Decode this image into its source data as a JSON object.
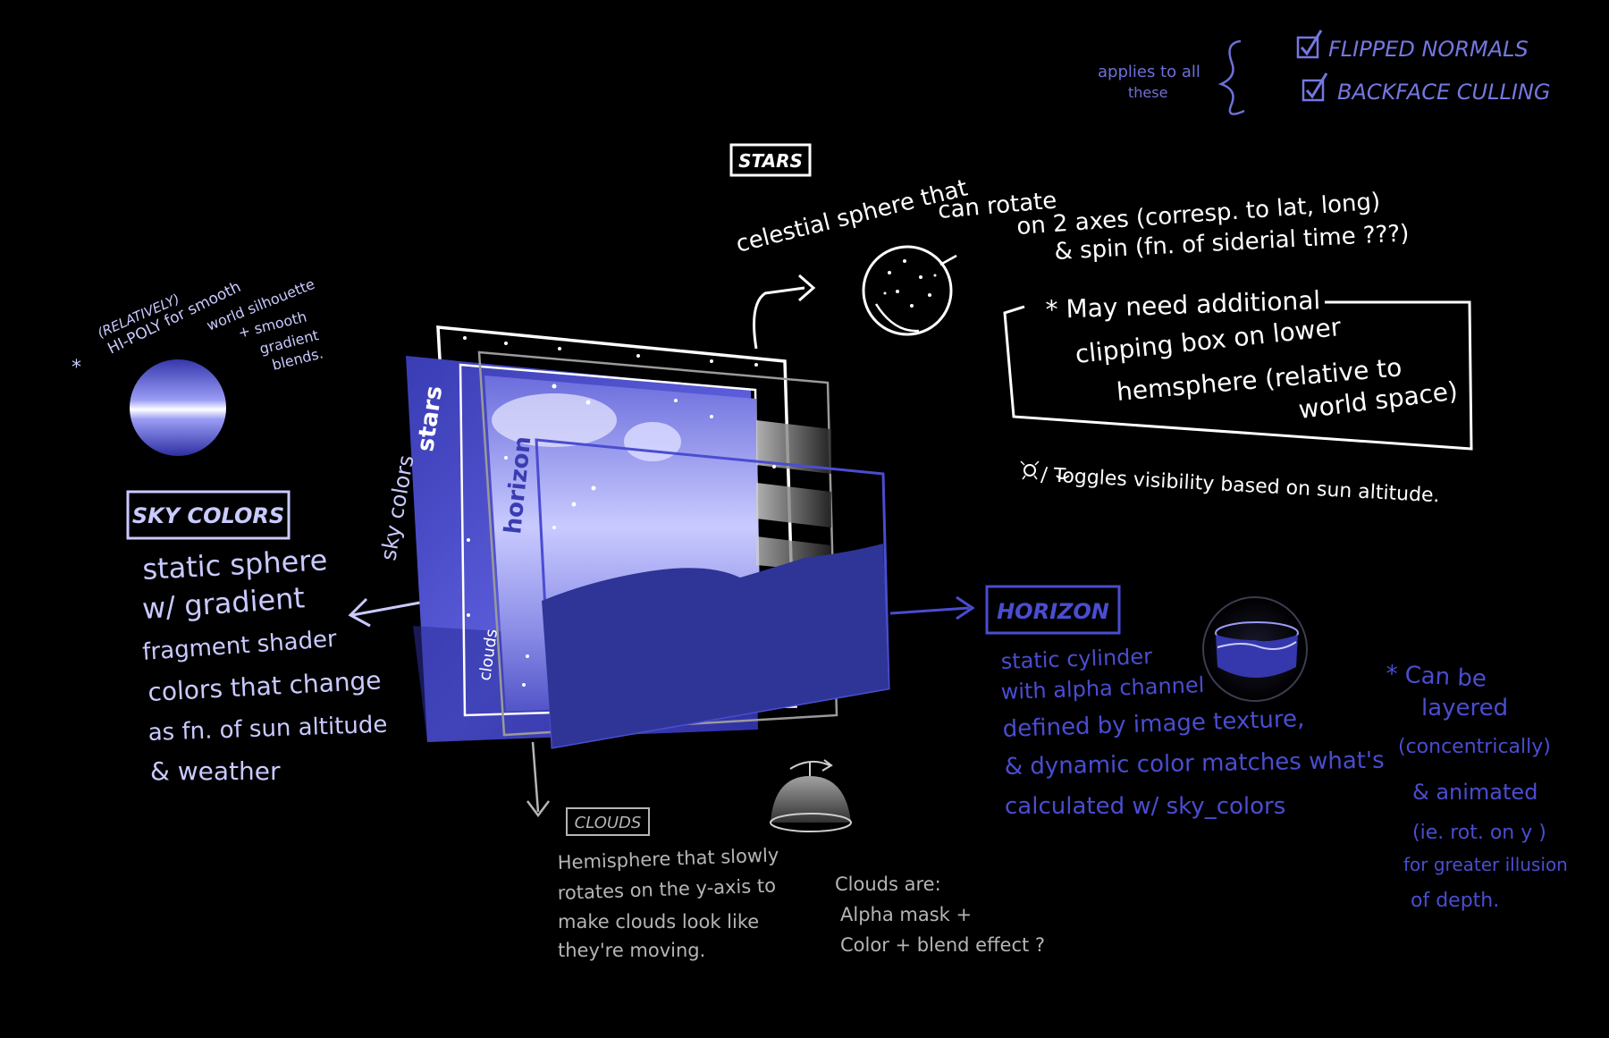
{
  "colors": {
    "background": "#000000",
    "white": "#ffffff",
    "lavender": "#b4b6ff",
    "royal_blue": "#3d3fb5",
    "horizon_fill": "#2f3597",
    "gray": "#b5b5b5"
  },
  "top_right": {
    "applies_line1": "applies to all",
    "applies_line2": "these",
    "options": [
      {
        "checked": true,
        "label": "FLIPPED NORMALS"
      },
      {
        "checked": true,
        "label": "BACKFACE CULLING"
      }
    ]
  },
  "stars": {
    "title": "STARS",
    "desc_line1": "celestial sphere that",
    "desc_line2": "can rotate",
    "desc_line3": "on  2 axes (corresp. to lat, long)",
    "desc_line4": "& spin (fn. of siderial time ???)",
    "note_line1": "* May need additional",
    "note_line2": "clipping box on lower",
    "note_line3": "hemsphere (relative to",
    "note_line4": "world space)",
    "toggle_note": "/ Toggles visibility based on sun altitude."
  },
  "sky_colors": {
    "title": "SKY COLORS",
    "note_line1": "(RELATIVELY)",
    "note_line2": "HI-POLY for smooth",
    "note_line3": "world silhouette",
    "note_line4": "+ smooth",
    "note_line5": "gradient",
    "note_line6": "blends.",
    "desc_line1": "static sphere",
    "desc_line2": "w/ gradient",
    "desc_line3": "fragment shader",
    "desc_line4": "colors that change",
    "desc_line5": "as fn. of sun altitude",
    "desc_line6": "& weather"
  },
  "layers": {
    "sky_colors": "sky colors",
    "stars": "stars",
    "horizon": "horizon",
    "clouds": "clouds"
  },
  "horizon": {
    "title": "HORIZON",
    "desc_line1": "static cylinder",
    "desc_line2": "with alpha channel",
    "desc_line3": "defined by image texture,",
    "desc_line4": "& dynamic color matches what's",
    "desc_line5": "calculated w/ sky_colors",
    "layer_note_line1": "* Can  be",
    "layer_note_line2": "layered",
    "layer_note_line3": "(concentrically)",
    "layer_note_line4": "& animated",
    "layer_note_line5": "(ie. rot. on y )",
    "layer_note_line6": "for greater illusion",
    "layer_note_line7": "of depth."
  },
  "clouds": {
    "title": "CLOUDS",
    "desc_line1": "Hemisphere that slowly",
    "desc_line2": "rotates  on the y-axis to",
    "desc_line3": "make clouds look like",
    "desc_line4": "they're moving.",
    "note_line1": "Clouds are:",
    "note_line2": "Alpha mask +",
    "note_line3": "Color + blend effect ?"
  }
}
